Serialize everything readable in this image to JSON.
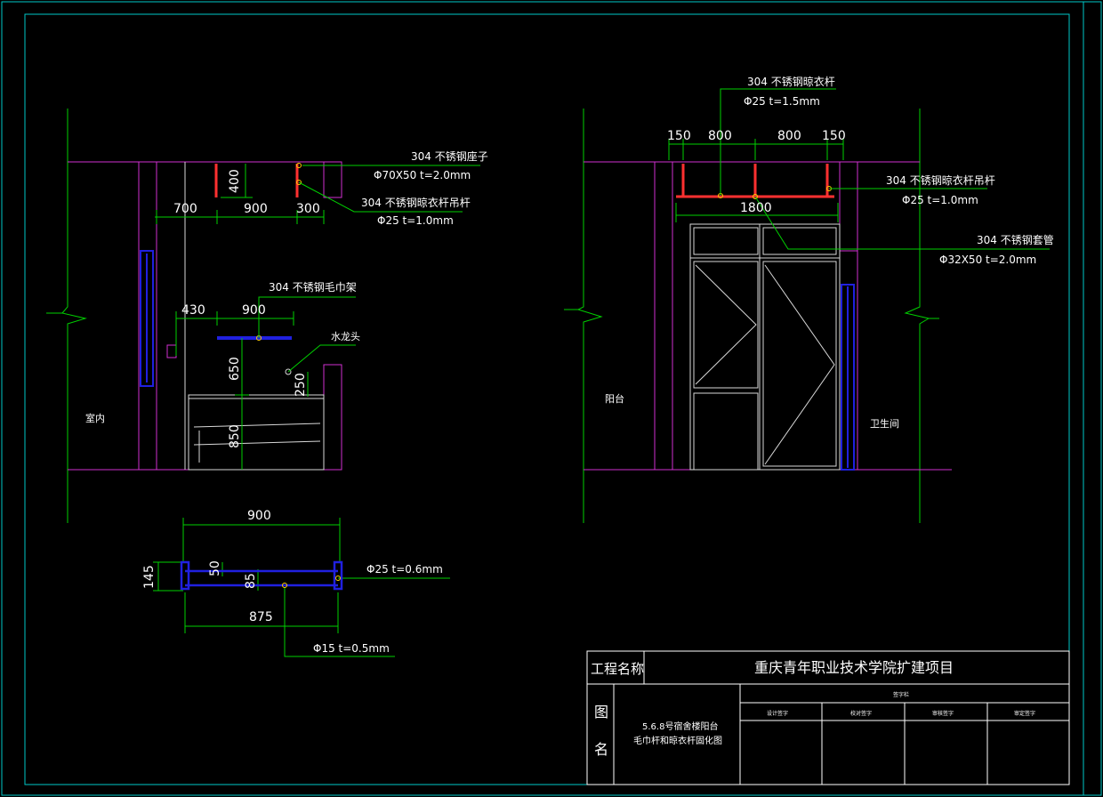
{
  "colors": {
    "background": "#000000",
    "frame": "#00c8c8",
    "wall": "#d030d0",
    "dim": "#00d000",
    "line": "#d8d8d8",
    "rail": "#2020e0",
    "fixture": "#ff3030",
    "text": "#ffffff"
  },
  "left_elevation": {
    "dims_top": [
      "700",
      "900",
      "300"
    ],
    "height_400": "400",
    "seat_label": "304 不锈钢座子",
    "seat_spec": "Φ70X50  t=2.0mm",
    "rod_label": "304 不锈钢晾衣杆吊杆",
    "rod_spec": "Φ25  t=1.0mm",
    "towel_label": "304 不锈钢毛巾架",
    "towel_dims": [
      "430",
      "900"
    ],
    "tap_label": "水龙头",
    "height_650": "650",
    "height_250": "250",
    "height_850": "850",
    "room_label": "室内"
  },
  "plan_detail": {
    "width_900": "900",
    "width_875": "875",
    "height_145": "145",
    "dim_50": "50",
    "dim_85": "85",
    "pipe_spec": "Φ25  t=0.6mm",
    "bar_spec": "Φ15  t=0.5mm"
  },
  "right_elevation": {
    "top_label": "304 不锈钢晾衣杆",
    "top_spec": "Φ25  t=1.5mm",
    "dims_top": [
      "150",
      "800",
      "800",
      "150"
    ],
    "width_1800": "1800",
    "hanger_label": "304 不锈钢晾衣杆吊杆",
    "hanger_spec": "Φ25  t=1.0mm",
    "sleeve_label": "304 不锈钢套管",
    "sleeve_spec": "Φ32X50  t=2.0mm",
    "balcony_label": "阳台",
    "bathroom_label": "卫生间"
  },
  "title_block": {
    "project_label": "工程名称",
    "project_name": "重庆青年职业技术学院扩建项目",
    "drawing_label_1": "图",
    "drawing_label_2": "名",
    "drawing_name_1": "5.6.8号宿舍楼阳台",
    "drawing_name_2": "毛巾杆和晾衣杆固化图",
    "sign_header": "签字栏",
    "sign_cols": [
      "设计签字",
      "校对签字",
      "审核签字",
      "审定签字"
    ]
  }
}
